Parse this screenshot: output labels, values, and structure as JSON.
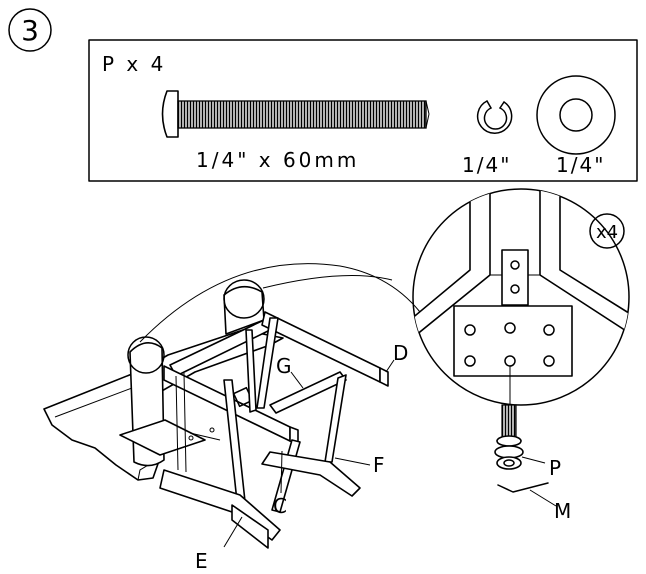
{
  "step": "3",
  "parts": {
    "header": "P x 4",
    "bolt_label": "1/4\" x 60mm",
    "lock_washer_label": "1/4\"",
    "flat_washer_label": "1/4\""
  },
  "detail": {
    "multiplier": "x4"
  },
  "callouts": {
    "C": "C",
    "D": "D",
    "E": "E",
    "F": "F",
    "G": "G",
    "P": "P",
    "M": "M"
  },
  "colors": {
    "ink": "#000000",
    "background": "#ffffff"
  }
}
